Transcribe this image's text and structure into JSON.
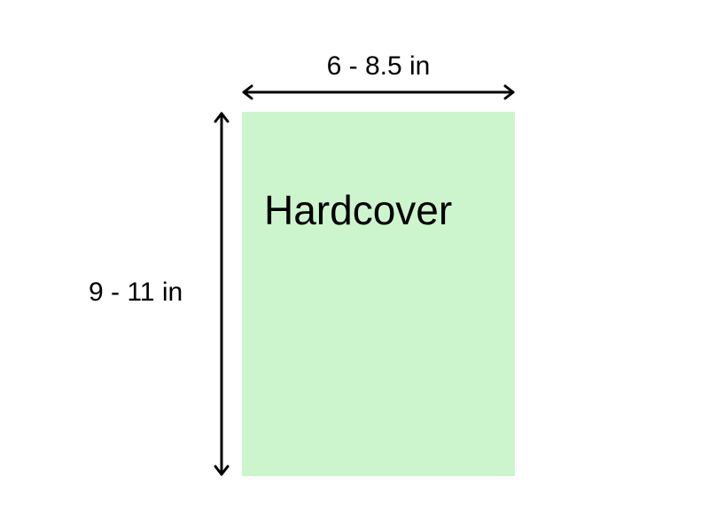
{
  "diagram": {
    "book": {
      "label": "Hardcover",
      "fill_color": "#cdf5cd"
    },
    "width_dimension": {
      "label": "6 - 8.5 in"
    },
    "height_dimension": {
      "label": "9 - 11 in"
    },
    "line_color": "#000000"
  }
}
